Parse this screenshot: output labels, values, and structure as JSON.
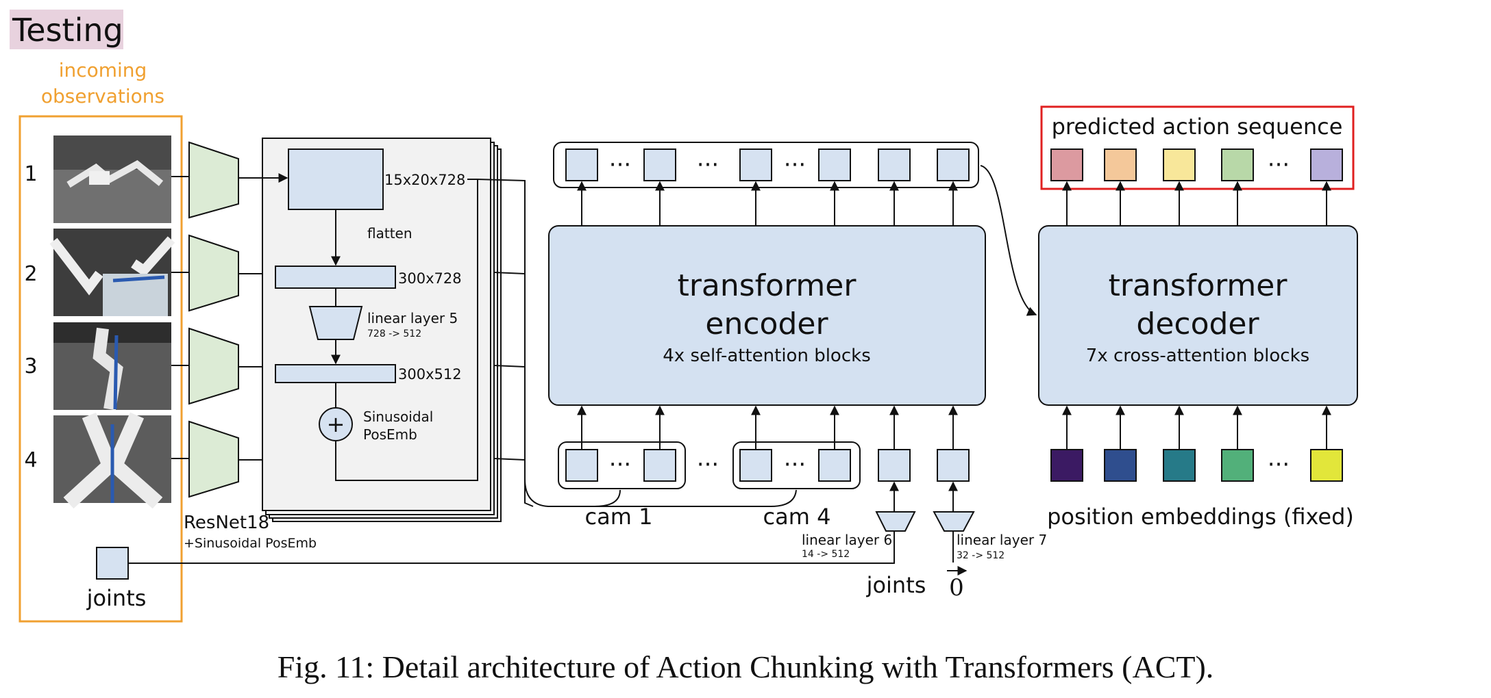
{
  "section_label": "Testing",
  "observations": {
    "title_line1": "incoming",
    "title_line2": "observations",
    "cameras": [
      "1",
      "2",
      "3",
      "4"
    ],
    "joints_label": "joints"
  },
  "backbone": {
    "feature_map": "15x20x728",
    "flatten": "flatten",
    "flat_shape": "300x728",
    "linear_name": "linear layer 5",
    "linear_dims": "728 -> 512",
    "proj_shape": "300x512",
    "posemb_line1": "Sinusoidal",
    "posemb_line2": "PosEmb",
    "plus_symbol": "+",
    "resnet_line1": "ResNet18",
    "resnet_line2": "+Sinusoidal PosEmb"
  },
  "encoder": {
    "title_line1": "transformer",
    "title_line2": "encoder",
    "subtitle": "4x self-attention blocks",
    "cam1_label": "cam 1",
    "cam4_label": "cam 4",
    "linear6_name": "linear layer 6",
    "linear6_dims": "14 -> 512",
    "linear7_name": "linear layer 7",
    "linear7_dims": "32 -> 512",
    "joints_label": "joints",
    "zero_vector": "0"
  },
  "decoder": {
    "title_line1": "transformer",
    "title_line2": "decoder",
    "subtitle": "7x cross-attention blocks",
    "output_label": "predicted action sequence",
    "pos_emb_label": "position embeddings (fixed)"
  },
  "ellipsis": "···",
  "caption": "Fig. 11: Detail architecture of Action Chunking with Transformers (ACT).",
  "colors": {
    "block_fill": "#d6e2f1",
    "obs_border": "#f0a030",
    "testing_bg": "#e8d2de",
    "encoder_fill": "#d4e1f1",
    "backbone_fill": "#f2f2f2",
    "conv_fill": "#dcebd5",
    "output_border": "#e02020",
    "action_colors": [
      "#dc9aa0",
      "#f4c89a",
      "#f8e79a",
      "#b8d8a8",
      "#b8b0dc"
    ],
    "pos_colors": [
      "#3b1a63",
      "#2f4e8e",
      "#267a88",
      "#52b07a",
      "#e2e63a"
    ]
  }
}
